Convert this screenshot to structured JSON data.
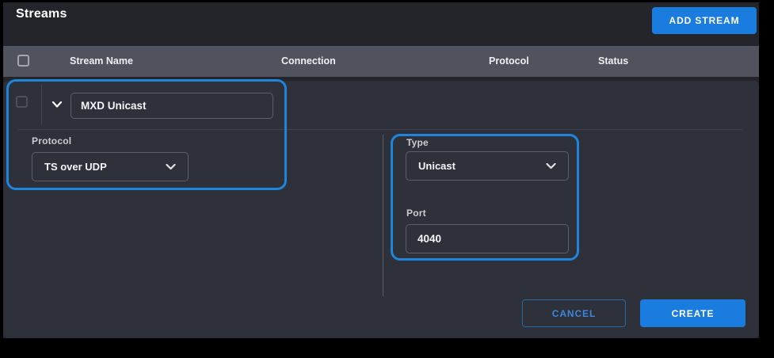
{
  "header": {
    "title": "Streams",
    "add_stream_button": "ADD STREAM"
  },
  "table": {
    "columns": [
      "Stream Name",
      "Connection",
      "Protocol",
      "Status"
    ]
  },
  "stream_form": {
    "name_value": "MXD Unicast",
    "protocol_label": "Protocol",
    "protocol_value": "TS over UDP",
    "type_label": "Type",
    "type_value": "Unicast",
    "port_label": "Port",
    "port_value": "4040"
  },
  "footer": {
    "cancel_button": "CANCEL",
    "create_button": "CREATE"
  },
  "colors": {
    "accent_blue": "#1b7ce0",
    "highlight_border_blue": "#1e85dd",
    "page_background": "#23252b",
    "panel_background": "#2e313a",
    "table_header_background": "#50535e"
  }
}
